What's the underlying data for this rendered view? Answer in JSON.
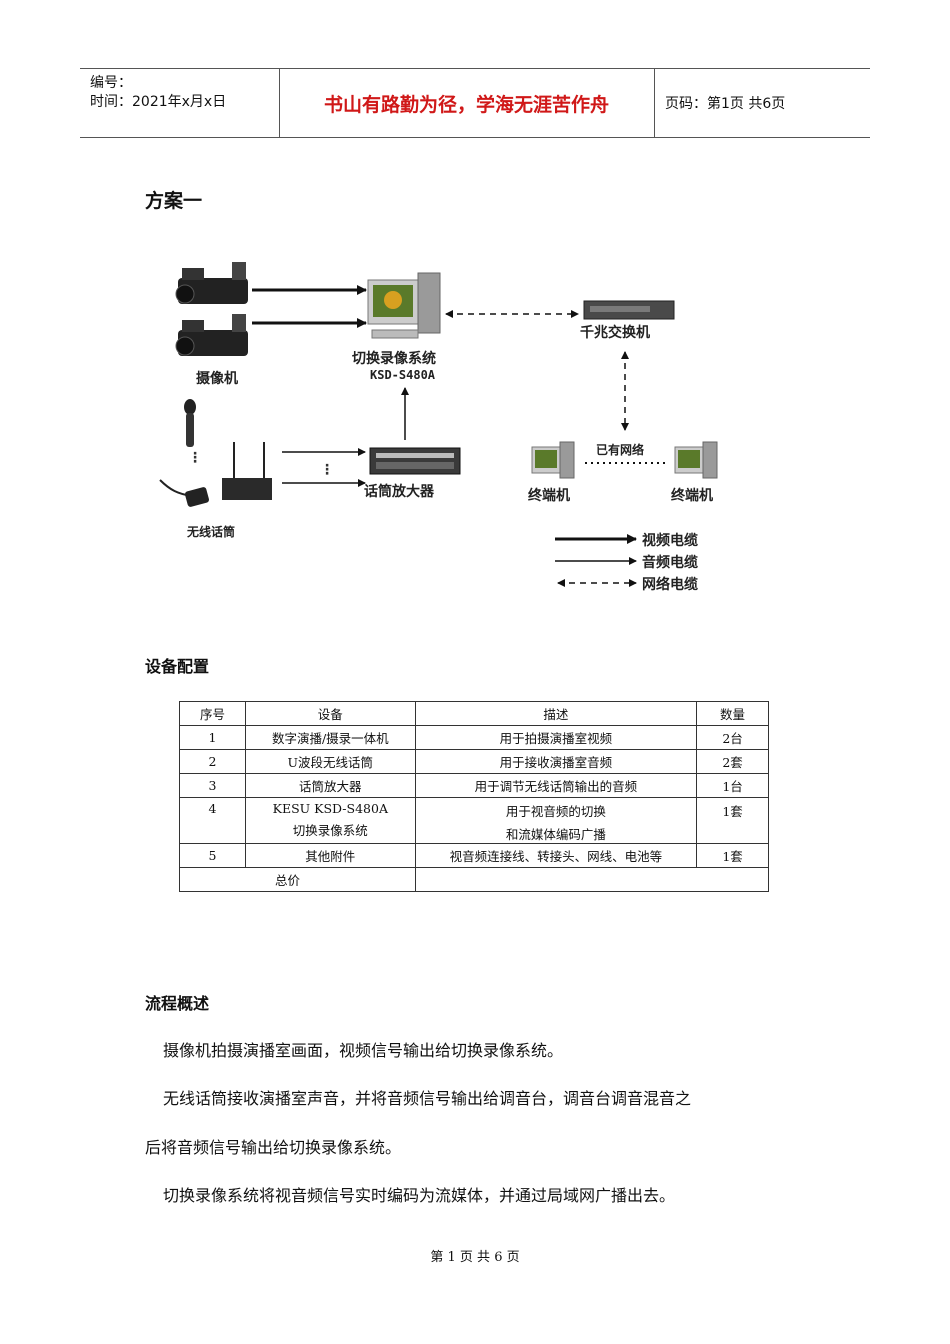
{
  "header": {
    "number_label": "编号：",
    "time_label": "时间：2021年x月x日",
    "motto": "书山有路勤为径，学海无涯苦作舟",
    "page_info": "页码：第1页  共6页"
  },
  "section_title": "方案一",
  "diagram": {
    "camera_label": "摄像机",
    "switch_label": "切换录像系统",
    "switch_model": "KSD-S480A",
    "gigabit_switch": "千兆交换机",
    "existing_network": "已有网络",
    "terminal_left": "终端机",
    "terminal_right": "终端机",
    "mic_label": "无线话筒",
    "amp_label": "话筒放大器",
    "legend": [
      "视频电缆",
      "音频电缆",
      "网络电缆"
    ]
  },
  "equipment": {
    "title": "设备配置",
    "headers": [
      "序号",
      "设备",
      "描述",
      "数量"
    ],
    "rows": [
      {
        "no": "1",
        "device": "数字演播/摄录一体机",
        "desc": "用于拍摄演播室视频",
        "qty": "2台"
      },
      {
        "no": "2",
        "device": "U波段无线话筒",
        "desc": "用于接收演播室音频",
        "qty": "2套"
      },
      {
        "no": "3",
        "device": "话筒放大器",
        "desc": "用于调节无线话筒输出的音频",
        "qty": "1台"
      },
      {
        "no": "4",
        "device": "KESU KSD-S480A",
        "device2": "切换录像系统",
        "desc": "用于视音频的切换",
        "desc2": "和流媒体编码广播",
        "qty": "1套"
      },
      {
        "no": "5",
        "device": "其他附件",
        "desc": "视音频连接线、转接头、网线、电池等",
        "qty": "1套"
      }
    ],
    "total_label": "总价"
  },
  "process": {
    "title": "流程概述",
    "p1": "摄像机拍摄演播室画面，视频信号输出给切换录像系统。",
    "p2a": "无线话筒接收演播室声音，并将音频信号输出给调音台，调音台调音混音之",
    "p2b": "后将音频信号输出给切换录像系统。",
    "p3": "切换录像系统将视音频信号实时编码为流媒体，并通过局域网广播出去。"
  },
  "footer": "第 1 页 共 6 页"
}
